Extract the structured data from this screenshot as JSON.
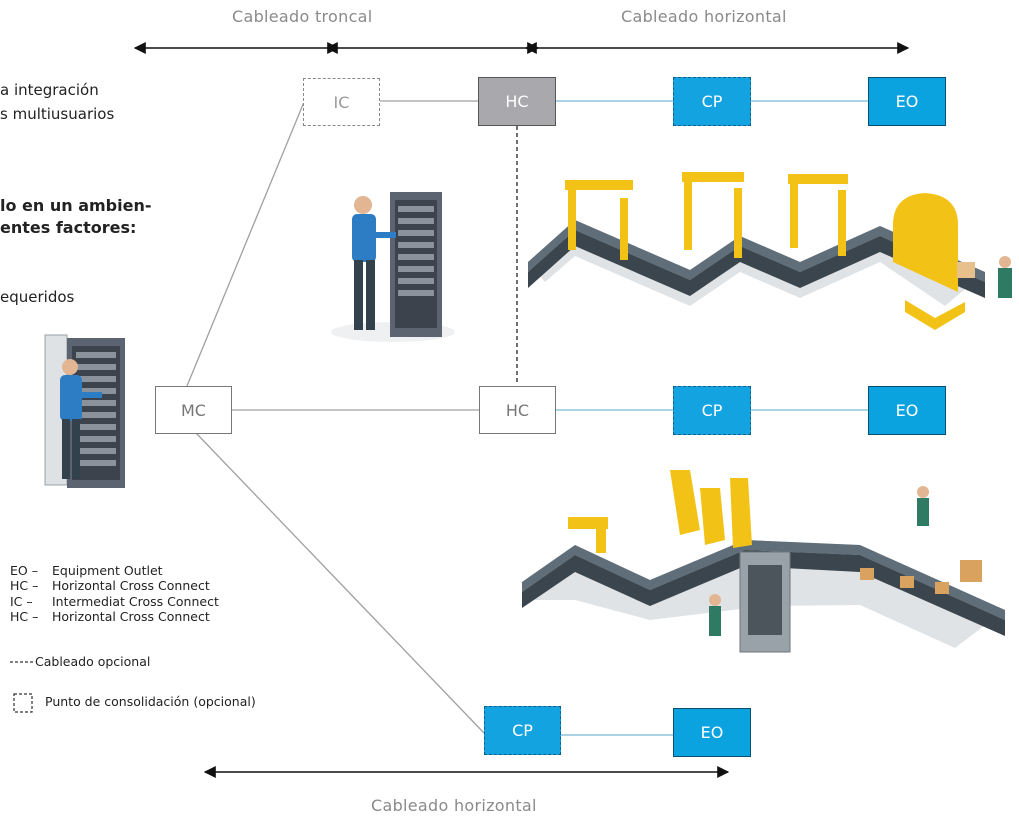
{
  "header": {
    "left": "Cableado troncal",
    "right": "Cableado horizontal"
  },
  "footer": {
    "label": "Cableado horizontal"
  },
  "left_text": {
    "line1": "a integración",
    "line2": "s multiusuarios",
    "bold1": "lo en un ambien-",
    "bold2": "entes factores:",
    "line3": "equeridos"
  },
  "nodes": {
    "ic": "IC",
    "hc_top": "HC",
    "cp_top": "CP",
    "eo_top": "EO",
    "mc": "MC",
    "hc_mid": "HC",
    "cp_mid": "CP",
    "eo_mid": "EO",
    "cp_bottom": "CP",
    "eo_bottom": "EO"
  },
  "legend": {
    "items": [
      {
        "abbr": "EO –",
        "text": "Equipment Outlet"
      },
      {
        "abbr": "HC –",
        "text": "Horizontal Cross Connect"
      },
      {
        "abbr": "IC  –",
        "text": "Intermediat Cross Connect"
      },
      {
        "abbr": "HC –",
        "text": "Horizontal Cross Connect"
      }
    ],
    "dashed_line_text": "Cableado opcional",
    "dashed_box_text": "Punto de consolidación (opcional)"
  },
  "colors": {
    "accent_blue": "#0ba2e0",
    "gray_box": "#a9a9ad",
    "conveyor": "#5f6e78",
    "machine_yellow": "#f2c316"
  }
}
